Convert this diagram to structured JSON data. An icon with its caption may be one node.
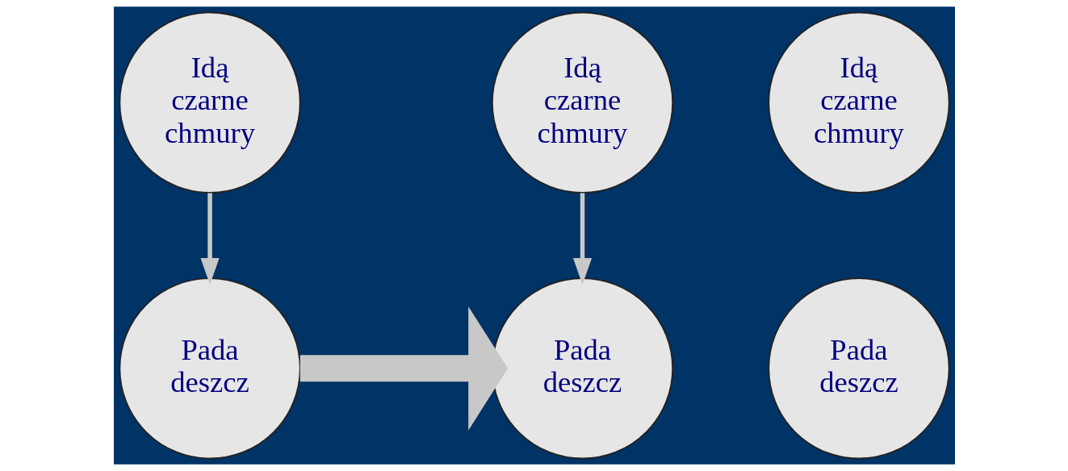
{
  "diagram": {
    "nodes": [
      {
        "text": [
          "Idą czarne chmury"
        ]
      },
      {
        "text": [
          "Idą czarne chmury"
        ]
      },
      {
        "text": [
          "Pada deszcz"
        ]
      },
      {
        "text": [
          "Pada deszcz"
        ]
      },
      {
        "text": [
          "Idą czarne chmury"
        ]
      },
      {
        "text": [
          "Pada deszcz"
        ]
      }
    ],
    "edges": [
      {
        "from": 0,
        "to": 3,
        "arrow": "to"
      },
      {
        "from": 3,
        "to": 5,
        "arrow": "to",
        "style": "thick"
      },
      {
        "from": 4,
        "to": 5,
        "arrow": "to"
      }
    ]
  }
}
